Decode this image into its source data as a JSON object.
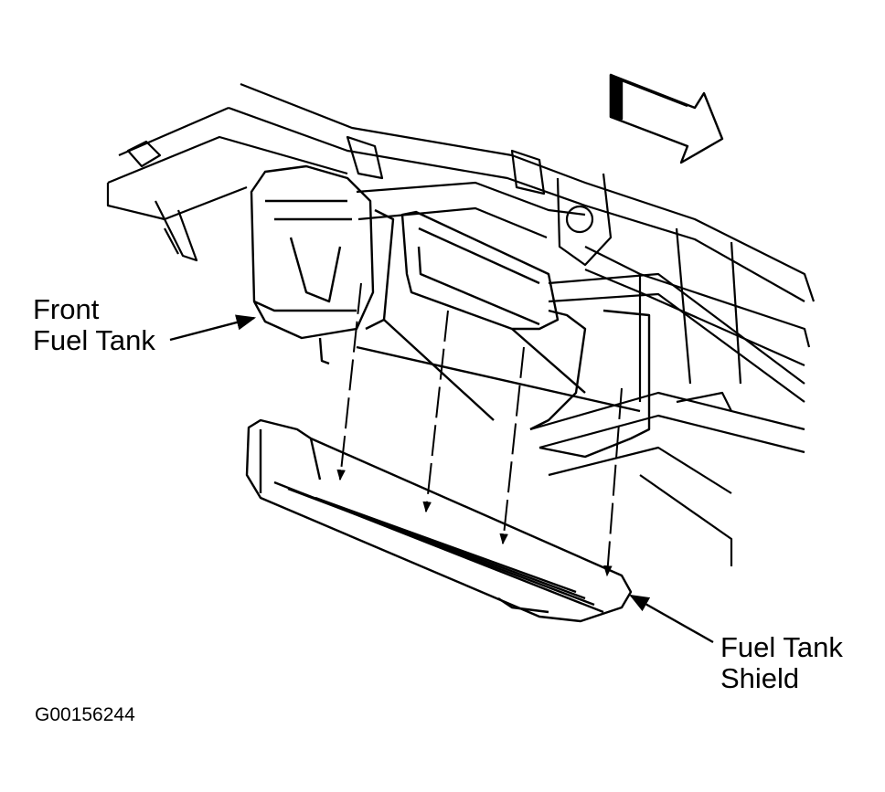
{
  "callouts": {
    "front_fuel_tank": {
      "line1": "Front",
      "line2": "Fuel Tank"
    },
    "fuel_tank_shield": {
      "line1": "Fuel Tank",
      "line2": "Shield"
    }
  },
  "figure_id": "G00156244",
  "icons": {
    "direction_arrow": "direction-arrow-icon",
    "callout_arrow": "leader-arrow-icon"
  },
  "colors": {
    "ink": "#000000",
    "paper": "#ffffff"
  }
}
